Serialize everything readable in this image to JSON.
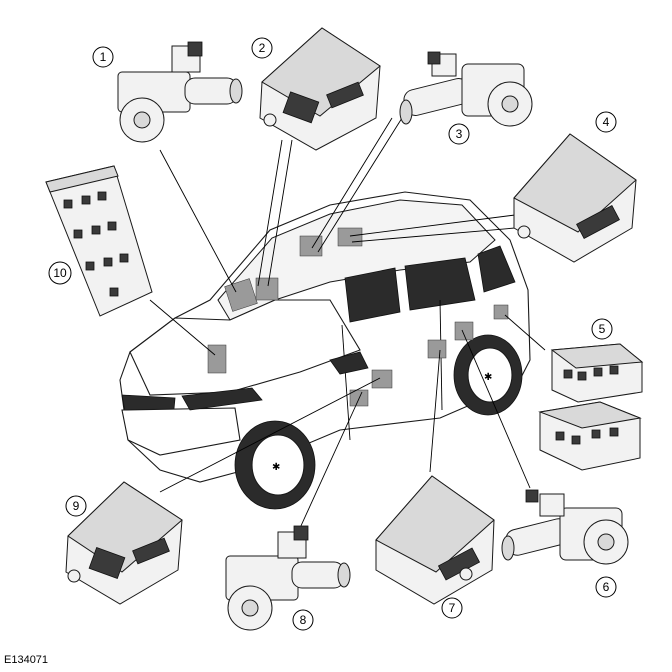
{
  "figure_id": "E134071",
  "callouts": [
    "1",
    "2",
    "3",
    "4",
    "5",
    "6",
    "7",
    "8",
    "9",
    "10"
  ]
}
